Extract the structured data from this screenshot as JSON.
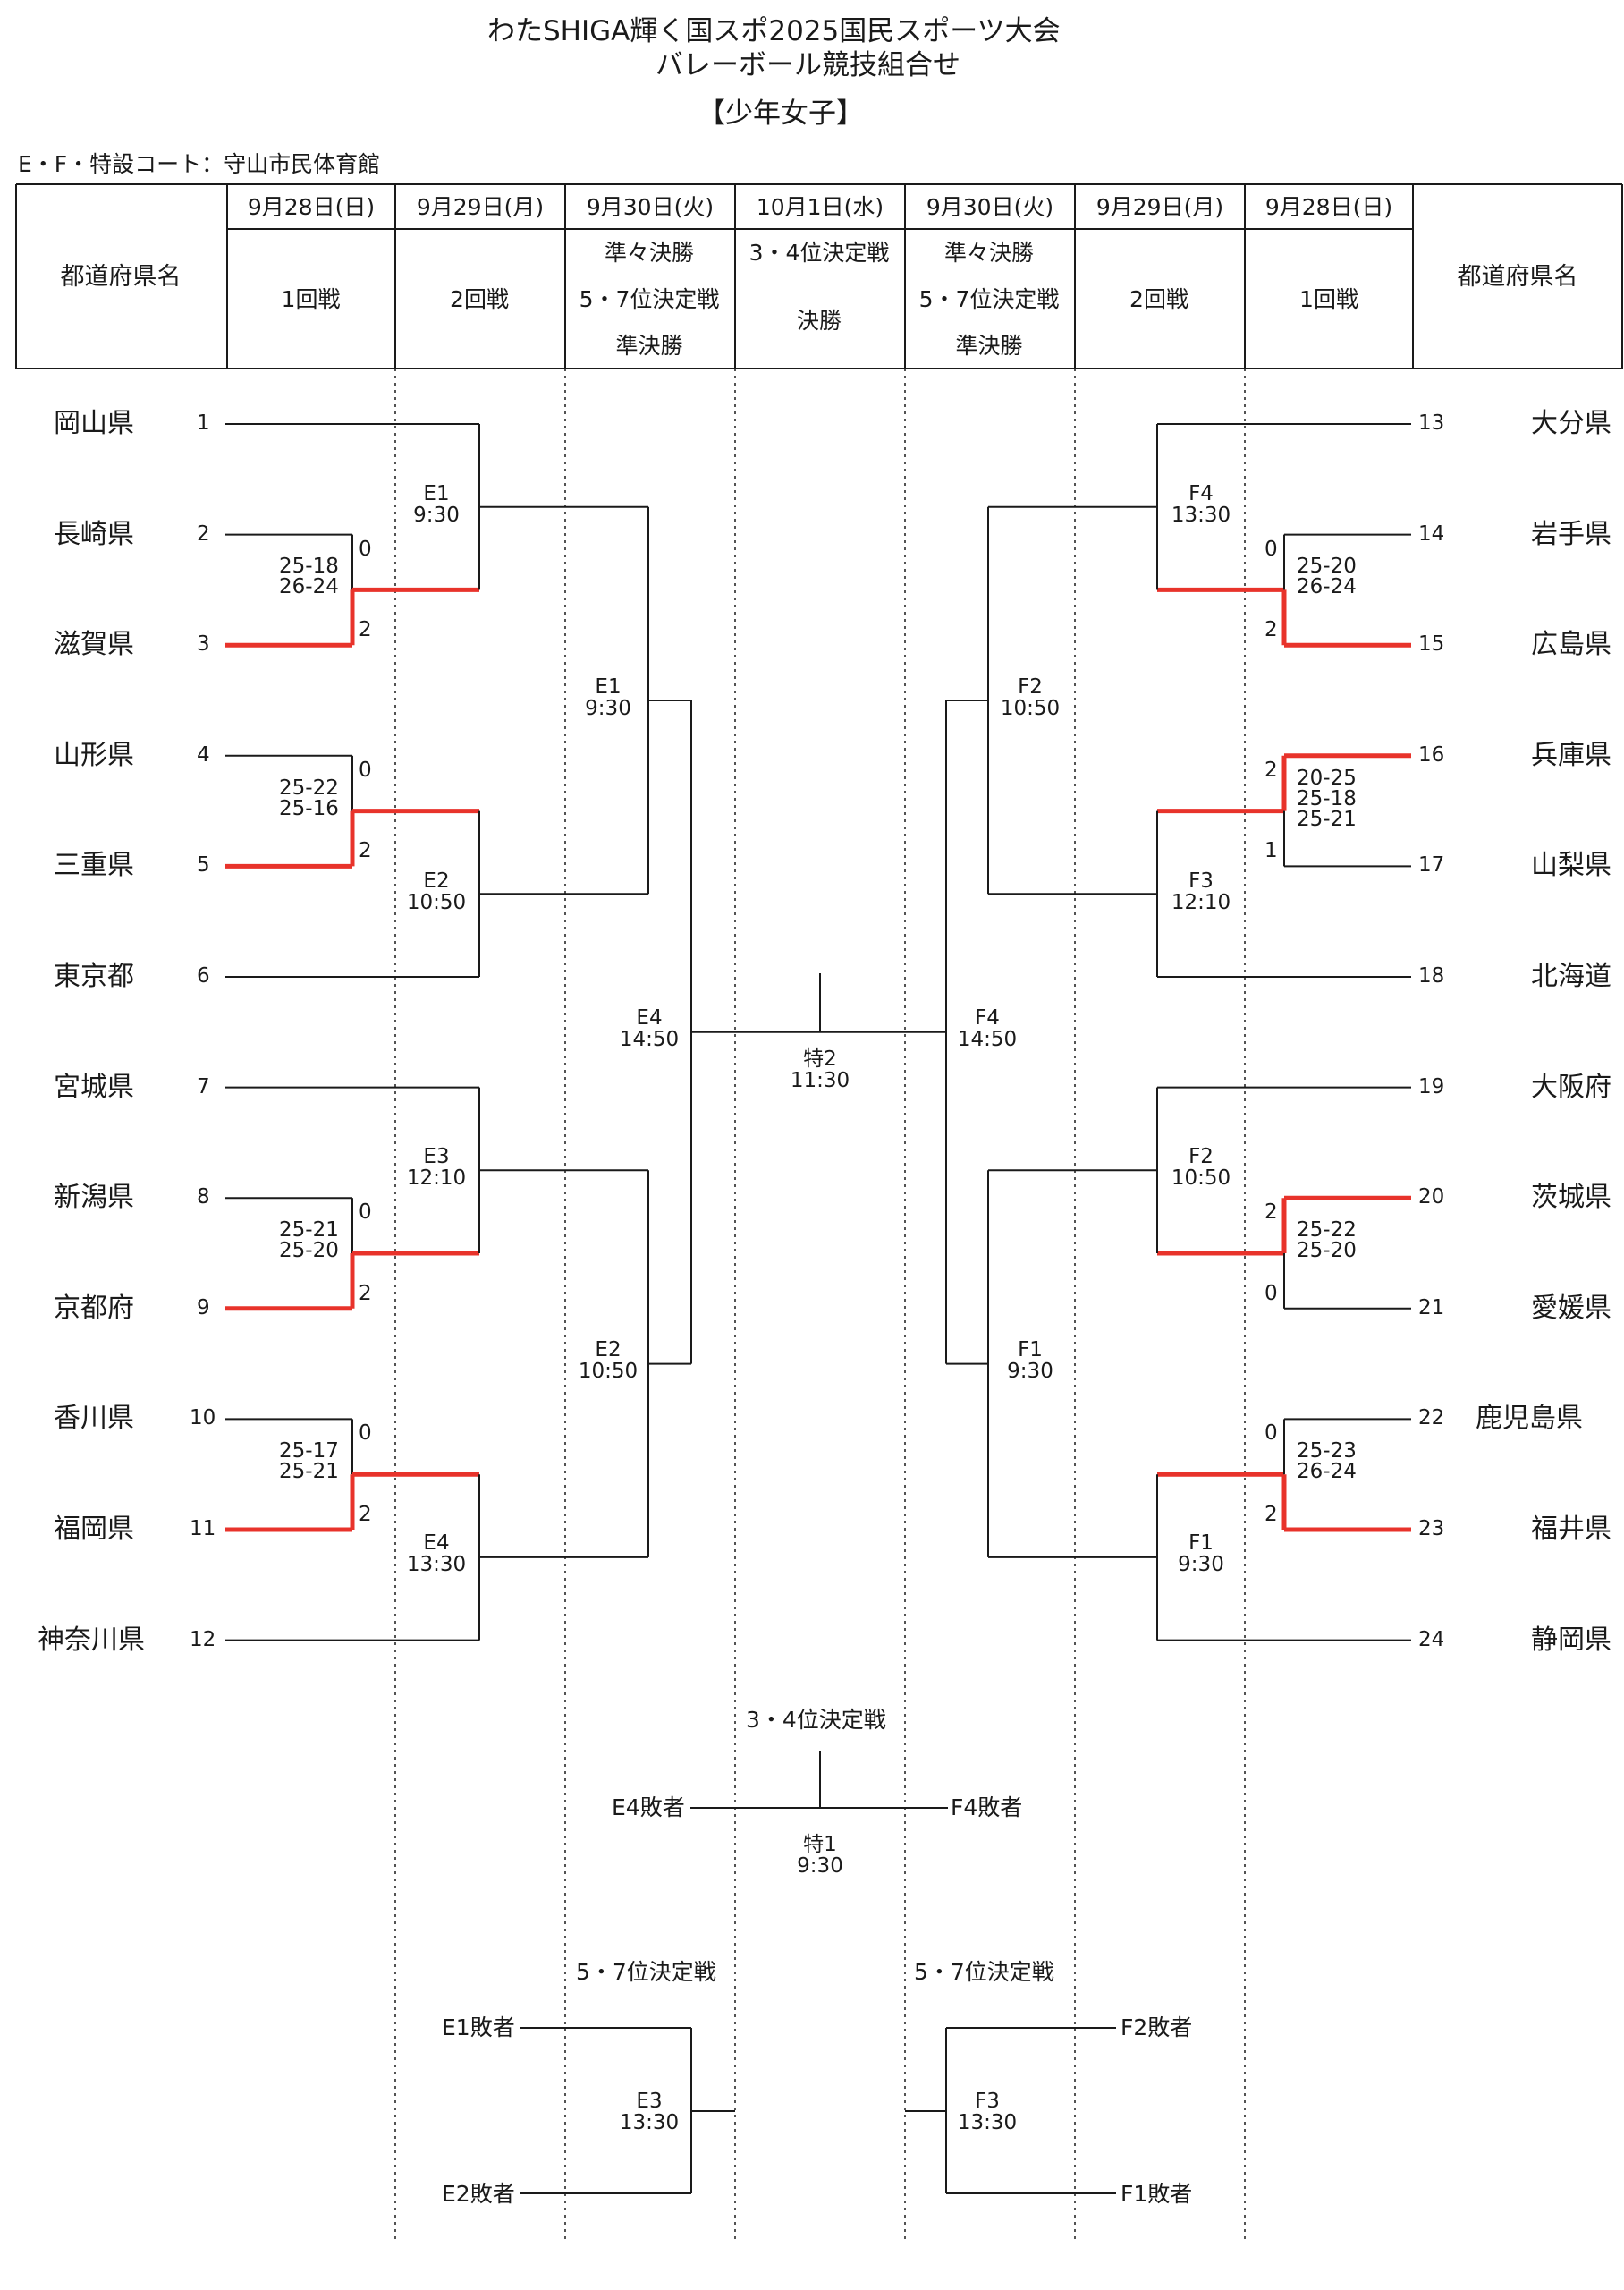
{
  "title": {
    "line1": "わたSHIGA輝く国スポ2025国民スポーツ大会",
    "line2": "バレーボール競技組合せ",
    "category": "【少年女子】"
  },
  "venue": "E・F・特設コート：守山市民体育館",
  "colors": {
    "winner_line": "#e8332b",
    "line": "#1a1a1a"
  },
  "header": {
    "pref_label_left": "都道府県名",
    "pref_label_right": "都道府県名",
    "dates": [
      "9月28日(日)",
      "9月29日(月)",
      "9月30日(火)",
      "10月1日(水)",
      "9月30日(火)",
      "9月29日(月)",
      "9月28日(日)"
    ],
    "rounds": {
      "r1_left": "1回戦",
      "r2_left": "2回戦",
      "qf_left_1": "準々決勝",
      "qf_left_2": "5・7位決定戦",
      "qf_left_3": "準決勝",
      "final_1": "3・4位決定戦",
      "final_2": "決勝",
      "qf_right_1": "準々決勝",
      "qf_right_2": "5・7位決定戦",
      "qf_right_3": "準決勝",
      "r2_right": "2回戦",
      "r1_right": "1回戦"
    }
  },
  "teams_left": [
    {
      "seed": "1",
      "name": "岡山県"
    },
    {
      "seed": "2",
      "name": "長崎県"
    },
    {
      "seed": "3",
      "name": "滋賀県"
    },
    {
      "seed": "4",
      "name": "山形県"
    },
    {
      "seed": "5",
      "name": "三重県"
    },
    {
      "seed": "6",
      "name": "東京都"
    },
    {
      "seed": "7",
      "name": "宮城県"
    },
    {
      "seed": "8",
      "name": "新潟県"
    },
    {
      "seed": "9",
      "name": "京都府"
    },
    {
      "seed": "10",
      "name": "香川県"
    },
    {
      "seed": "11",
      "name": "福岡県"
    },
    {
      "seed": "12",
      "name": "神奈川県"
    }
  ],
  "teams_right": [
    {
      "seed": "13",
      "name": "大分県"
    },
    {
      "seed": "14",
      "name": "岩手県"
    },
    {
      "seed": "15",
      "name": "広島県"
    },
    {
      "seed": "16",
      "name": "兵庫県"
    },
    {
      "seed": "17",
      "name": "山梨県"
    },
    {
      "seed": "18",
      "name": "北海道"
    },
    {
      "seed": "19",
      "name": "大阪府"
    },
    {
      "seed": "20",
      "name": "茨城県"
    },
    {
      "seed": "21",
      "name": "愛媛県"
    },
    {
      "seed": "22",
      "name": "鹿児島県"
    },
    {
      "seed": "23",
      "name": "福井県"
    },
    {
      "seed": "24",
      "name": "静岡県"
    }
  ],
  "results_left": [
    {
      "top_sets": "0",
      "bottom_sets": "2",
      "scores": "25-18\n26-24"
    },
    {
      "top_sets": "0",
      "bottom_sets": "2",
      "scores": "25-22\n25-16"
    },
    {
      "top_sets": "0",
      "bottom_sets": "2",
      "scores": "25-21\n25-20"
    },
    {
      "top_sets": "0",
      "bottom_sets": "2",
      "scores": "25-17\n25-21"
    }
  ],
  "results_right": [
    {
      "top_sets": "0",
      "bottom_sets": "2",
      "scores": "25-20\n26-24"
    },
    {
      "top_sets": "2",
      "bottom_sets": "1",
      "scores": "20-25\n25-18\n25-21"
    },
    {
      "top_sets": "2",
      "bottom_sets": "0",
      "scores": "25-22\n25-20"
    },
    {
      "top_sets": "0",
      "bottom_sets": "2",
      "scores": "25-23\n26-24"
    }
  ],
  "matches": {
    "l_r2_1": "E1\n9:30",
    "l_r2_2": "E2\n10:50",
    "l_r2_3": "E3\n12:10",
    "l_r2_4": "E4\n13:30",
    "l_qf_1": "E1\n9:30",
    "l_qf_2": "E2\n10:50",
    "l_sf": "E4\n14:50",
    "final": "特2\n11:30",
    "r_sf": "F4\n14:50",
    "r_qf_1": "F2\n10:50",
    "r_qf_2": "F1\n9:30",
    "r_r2_1": "F4\n13:30",
    "r_r2_2": "F3\n12:10",
    "r_r2_3": "F2\n10:50",
    "r_r2_4": "F1\n9:30"
  },
  "third_place": {
    "label": "3・4位決定戦",
    "left": "E4敗者",
    "right": "F4敗者",
    "match": "特1\n9:30"
  },
  "fifth_left": {
    "label": "5・7位決定戦",
    "top": "E1敗者",
    "bottom": "E2敗者",
    "match": "E3\n13:30"
  },
  "fifth_right": {
    "label": "5・7位決定戦",
    "top": "F2敗者",
    "bottom": "F1敗者",
    "match": "F3\n13:30"
  }
}
